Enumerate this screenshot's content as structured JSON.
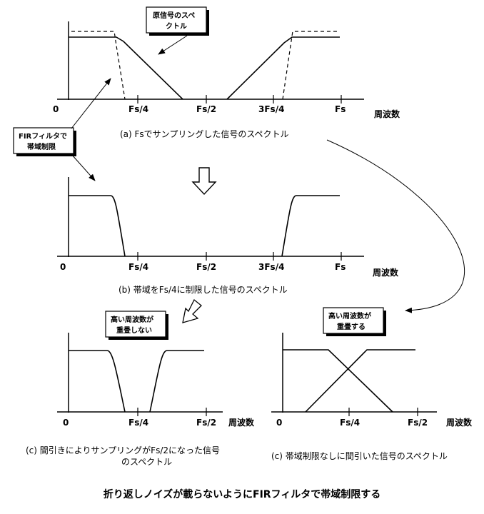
{
  "callouts": {
    "original_spectrum": [
      "原信号のスペ",
      "クトル"
    ],
    "fir_band_limit": [
      "FIRフィルタで",
      "帯域制限"
    ],
    "no_overlap": [
      "高い周波数が",
      "重畳しない"
    ],
    "overlap": [
      "高い周波数が",
      "重畳する"
    ]
  },
  "diagram_a": {
    "origin": "0",
    "ticks": [
      "Fs/4",
      "Fs/2",
      "3Fs/4",
      "Fs"
    ],
    "axis_label": "周波数",
    "caption": "(a) Fsでサンプリングした信号のスペクトル"
  },
  "diagram_b": {
    "origin": "0",
    "ticks": [
      "Fs/4",
      "Fs/2",
      "3Fs/4",
      "Fs"
    ],
    "axis_label": "周波数",
    "caption": "(b) 帯域をFs/4に制限した信号のスペクトル"
  },
  "diagram_c_left": {
    "origin": "0",
    "ticks": [
      "Fs/4",
      "Fs/2"
    ],
    "axis_label": "周波数",
    "caption": [
      "(c) 間引きによりサンプリングがFs/2になった信号",
      "のスペクトル"
    ]
  },
  "diagram_c_right": {
    "origin": "0",
    "ticks": [
      "Fs/4",
      "Fs/2"
    ],
    "axis_label": "周波数",
    "caption": "(c) 帯域制限なしに間引いた信号のスペクトル"
  },
  "footer_title": "折り返しノイズが載らないようにFIRフィルタで帯域制限する"
}
